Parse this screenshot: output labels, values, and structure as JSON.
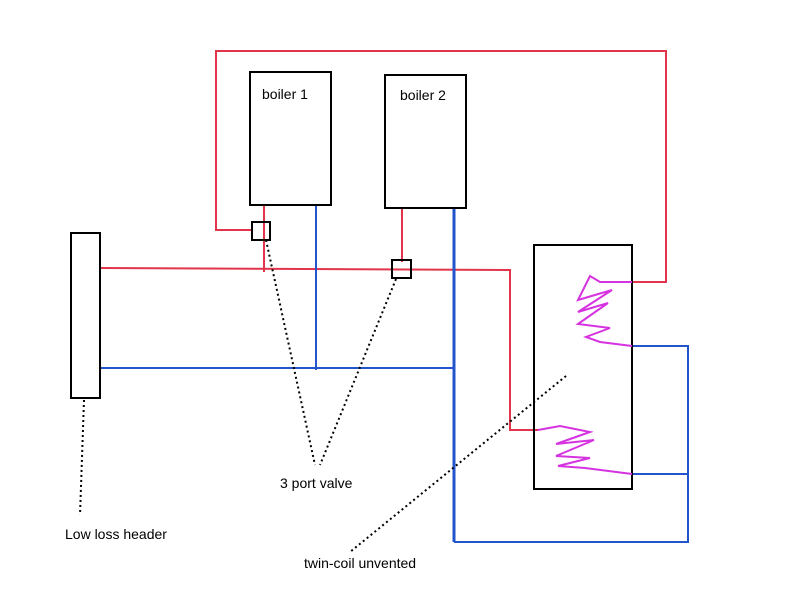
{
  "labels": {
    "boiler1": "boiler 1",
    "boiler2": "boiler 2",
    "valve": "3 port valve",
    "header": "Low loss header",
    "cylinder": "twin-coil unvented"
  },
  "colors": {
    "flow": "#e0354a",
    "return": "#2255cc",
    "coil": "#d633e0",
    "outline": "#000000"
  }
}
